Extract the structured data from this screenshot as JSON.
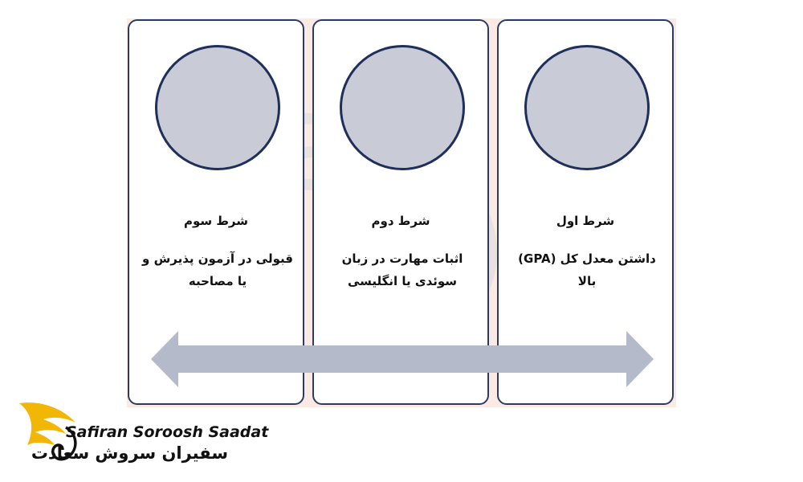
{
  "cards": [
    {
      "title": "شرط اول",
      "description": "داشتن معدل کل (GPA) بالا",
      "photo": "placeholder"
    },
    {
      "title": "شرط دوم",
      "description": "اثبات مهارت در زبان سوئدی یا انگلیسی",
      "photo": "placeholder"
    },
    {
      "title": "شرط سوم",
      "description": "قبولی در آزمون پذیرش و یا مصاحبه",
      "photo": "placeholder"
    }
  ],
  "logo": {
    "name_en": "Safiran Soroosh Saadat",
    "name_fa": "سفیران سروش سعادت",
    "brand_color": "#f2b705"
  },
  "colors": {
    "card_border": "#2c3a66",
    "arrow": "#b4bac9",
    "panel": "#fbe9e4"
  }
}
